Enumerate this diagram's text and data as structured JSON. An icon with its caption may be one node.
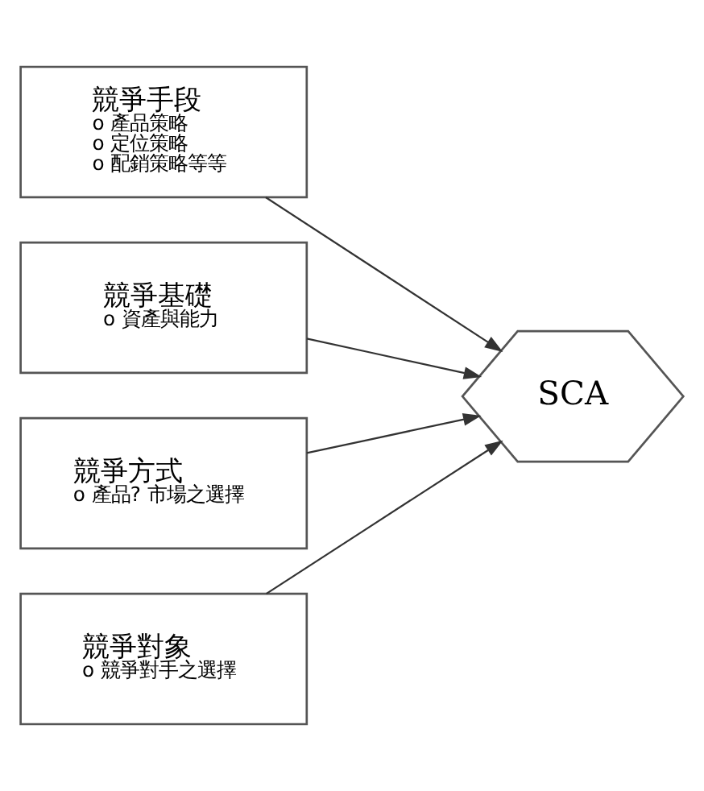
{
  "diagram": {
    "nodes": [
      {
        "text": [
          "競爭手段",
          "o 產品策略",
          "o 定位策略",
          "o 配銷策略等等"
        ]
      },
      {
        "text": [
          "競爭基礎",
          "o 資產與能力"
        ]
      },
      {
        "text": [
          "競爭方式",
          "o 產品? 市場之選擇"
        ]
      },
      {
        "text": [
          "競爭對象",
          "o 競爭對手之選擇"
        ]
      },
      {
        "text": [
          "SCA"
        ]
      }
    ],
    "edges": [
      {
        "from": 0,
        "to": 4,
        "arrow": "to"
      },
      {
        "from": 1,
        "to": 4,
        "arrow": "to"
      },
      {
        "from": 2,
        "to": 4,
        "arrow": "to"
      },
      {
        "from": 3,
        "to": 4,
        "arrow": "to"
      }
    ]
  }
}
